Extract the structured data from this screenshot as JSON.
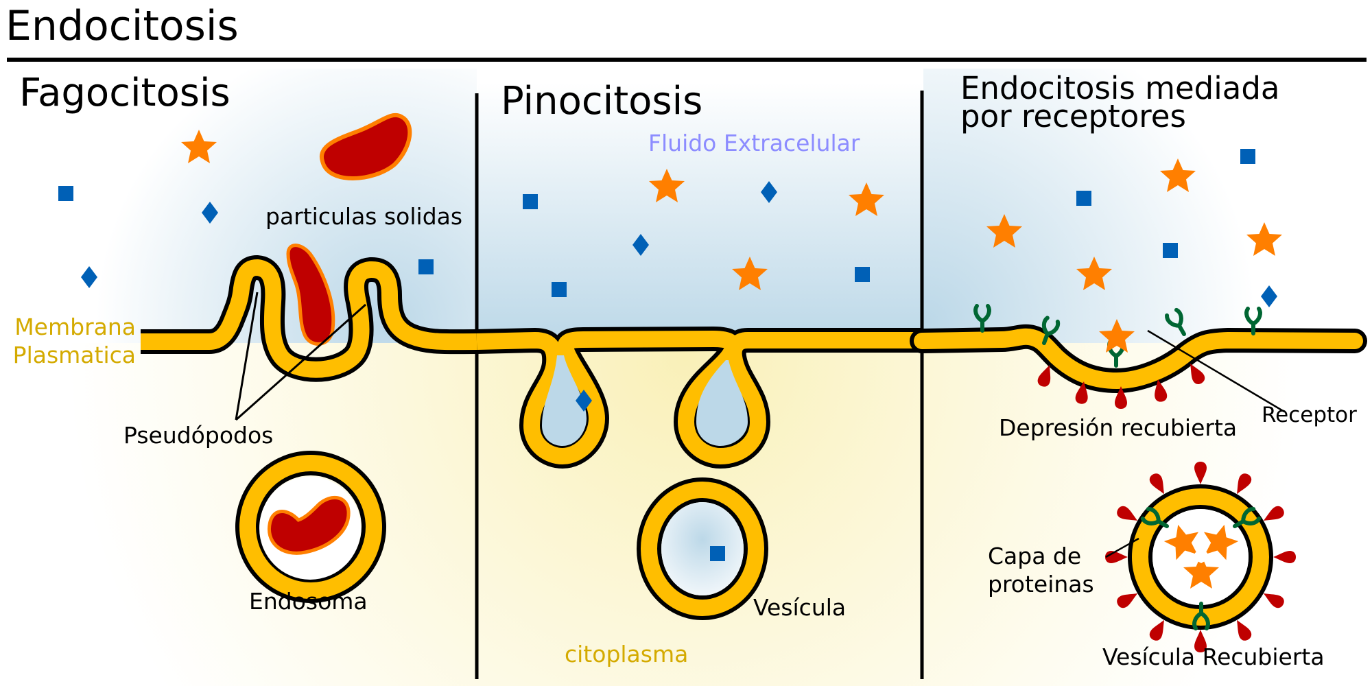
{
  "title": "Endocitosis",
  "colors": {
    "membrane_fill": "#ffbe00",
    "outline": "#000000",
    "particle_red": "#bf0000",
    "particle_edge": "#ff7f00",
    "star_orange": "#ff7f00",
    "molecule_blue": "#0060b6",
    "receptor_green": "#006633",
    "extracellular_blue": "#bcd8e8",
    "cytoplasm_yellow": "#fbf4c4",
    "label_gold": "#d4aa00",
    "label_fluid": "#8c8cff"
  },
  "sections": [
    {
      "id": "fagocitosis",
      "title": "Fagocitosis",
      "labels": {
        "particles": "particulas solidas",
        "membrane": "Membrana\nPlasmatica",
        "pseudopods": "Pseudópodos",
        "endosome": "Endosoma"
      }
    },
    {
      "id": "pinocitosis",
      "title": "Pinocitosis",
      "labels": {
        "fluid": "Fluido Extracelular",
        "vesicle": "Vesícula",
        "cytoplasm": "citoplasma"
      }
    },
    {
      "id": "receptores",
      "title": "Endocitosis mediada\npor receptores",
      "labels": {
        "coated_pit": "Depresión recubierta",
        "receptor": "Receptor",
        "protein_coat": "Capa de\nproteinas",
        "coated_vesicle": "Vesícula Recubierta"
      }
    }
  ]
}
